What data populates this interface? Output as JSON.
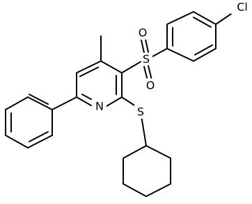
{
  "atoms": {
    "cl": "Cl",
    "s_sulfonyl": "S",
    "o_top": "O",
    "o_bottom": "O",
    "n": "N",
    "s_thio": "S"
  }
}
